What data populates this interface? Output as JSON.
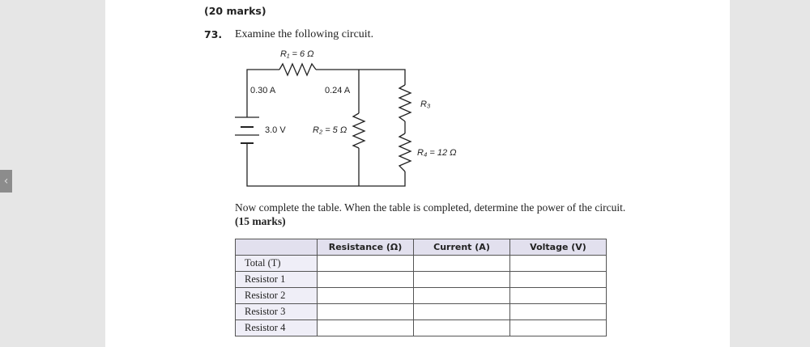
{
  "nav": {
    "prev_icon": "chevron-left-icon",
    "prev_glyph": "‹"
  },
  "header": {
    "marks": "(20 marks)"
  },
  "question": {
    "number": "73.",
    "text": "Examine the following circuit."
  },
  "circuit": {
    "r1_label": "R₁ = 6 Ω",
    "i_total": "0.30 A",
    "i_r2": "0.24 A",
    "voltage": "3.0 V",
    "r2_label": "R₂ = 5 Ω",
    "r3_label": "R₃",
    "r4_label": "R₄ = 12 Ω"
  },
  "instructions": {
    "text": "Now complete the table. When the table is completed, determine the power of the circuit.",
    "marks": "(15 marks)"
  },
  "table": {
    "headers": [
      "",
      "Resistance (Ω)",
      "Current (A)",
      "Voltage (V)"
    ],
    "rows": [
      "Total (T)",
      "Resistor 1",
      "Resistor 2",
      "Resistor 3",
      "Resistor 4"
    ]
  }
}
